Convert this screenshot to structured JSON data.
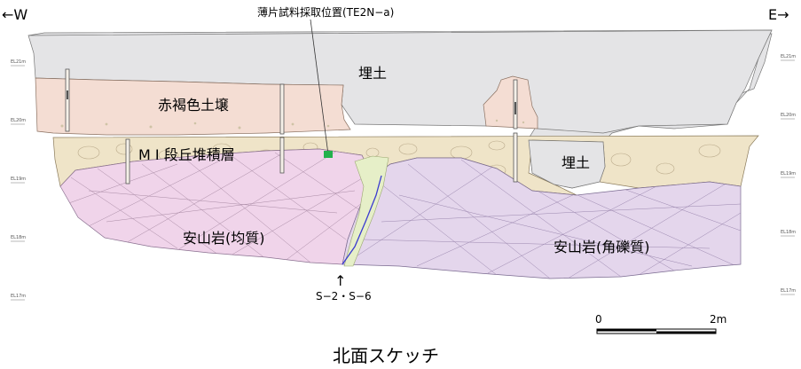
{
  "direction": {
    "west": "←W",
    "east": "E→"
  },
  "sample_label": "薄片試料採取位置(TE2N−a)",
  "layers": {
    "fill_top": "埋土",
    "reddish_brown_soil": "赤褐色土壌",
    "terrace_deposit": "M I 段丘堆積層",
    "fill_right": "埋土",
    "andesite_homogeneous": "安山岩(均質)",
    "andesite_breccia": "安山岩(角礫質)"
  },
  "fault_marker": {
    "arrow": "↑",
    "label": "S−2・S−6"
  },
  "elevation_ticks": {
    "left": [
      "EL21m",
      "EL20m",
      "EL19m",
      "EL18m",
      "EL17m"
    ],
    "right": [
      "EL21m",
      "EL20m",
      "EL19m",
      "EL18m",
      "EL17m"
    ]
  },
  "scale": {
    "start": "0",
    "end": "2m"
  },
  "caption": "北面スケッチ",
  "colors": {
    "fill": "#e4e4e6",
    "reddish_soil": "#f4ddd3",
    "terrace": "#efe4c8",
    "andesite_left": "#f0d4ea",
    "andesite_right": "#e4d6ec",
    "fault_line": "#3b3bd0",
    "sample_marker": "#22b14c"
  }
}
